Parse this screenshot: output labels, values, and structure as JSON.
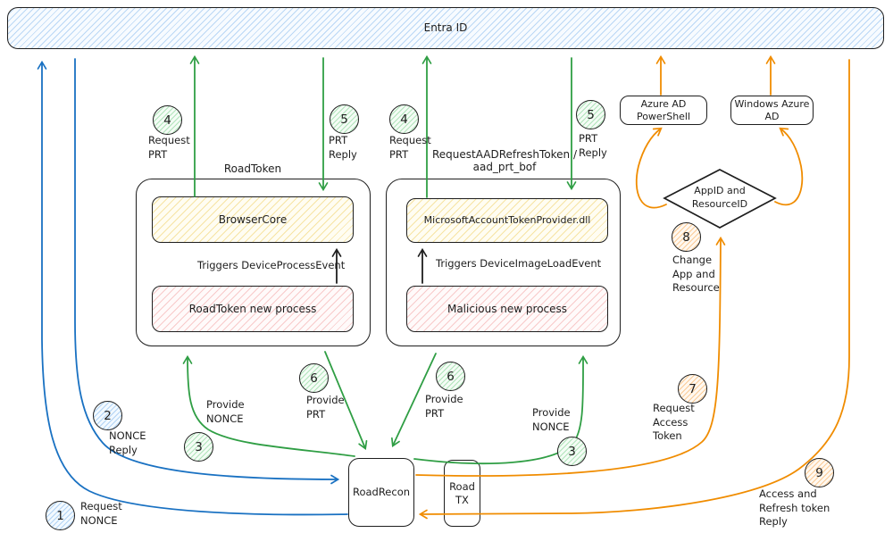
{
  "entra": {
    "label": "Entra ID"
  },
  "groups": {
    "roadtoken": {
      "title": "RoadToken",
      "top_box": "BrowserCore",
      "trigger": "Triggers DeviceProcessEvent",
      "bottom_box": "RoadToken new process"
    },
    "bof": {
      "title": "RequestAADRefreshToken /\naad_prt_bof",
      "top_box": "MicrosoftAccountTokenProvider.dll",
      "trigger": "Triggers DeviceImageLoadEvent",
      "bottom_box": "Malicious new process"
    }
  },
  "nodes": {
    "azure_ad_powershell": "Azure AD\nPowerShell",
    "windows_azure_ad": "Windows Azure\nAD",
    "appid_diamond": "AppID and\nResourceID",
    "road_recon": "RoadRecon",
    "road_tx": "Road\nTX"
  },
  "steps": [
    {
      "num": "1",
      "label": "Request\nNONCE",
      "color": "blue"
    },
    {
      "num": "2",
      "label": "NONCE\nReply",
      "color": "blue"
    },
    {
      "num": "3",
      "label": "Provide\nNONCE",
      "color": "green"
    },
    {
      "num": "3",
      "label": "Provide\nNONCE",
      "color": "green"
    },
    {
      "num": "4",
      "label": "Request\nPRT",
      "color": "green"
    },
    {
      "num": "5",
      "label": "PRT\nReply",
      "color": "green"
    },
    {
      "num": "4",
      "label": "Request\nPRT",
      "color": "green"
    },
    {
      "num": "5",
      "label": "PRT\nReply",
      "color": "green"
    },
    {
      "num": "6",
      "label": "Provide\nPRT",
      "color": "green"
    },
    {
      "num": "6",
      "label": "Provide\nPRT",
      "color": "green"
    },
    {
      "num": "7",
      "label": "Request\nAccess\nToken",
      "color": "orange"
    },
    {
      "num": "8",
      "label": "Change\nApp and\nResource",
      "color": "orange"
    },
    {
      "num": "9",
      "label": "Access and\nRefresh token\nReply",
      "color": "orange"
    }
  ],
  "colors": {
    "blue": "#1971c2",
    "green": "#2f9e44",
    "orange": "#f08c00",
    "ink": "#1e1e1e"
  }
}
